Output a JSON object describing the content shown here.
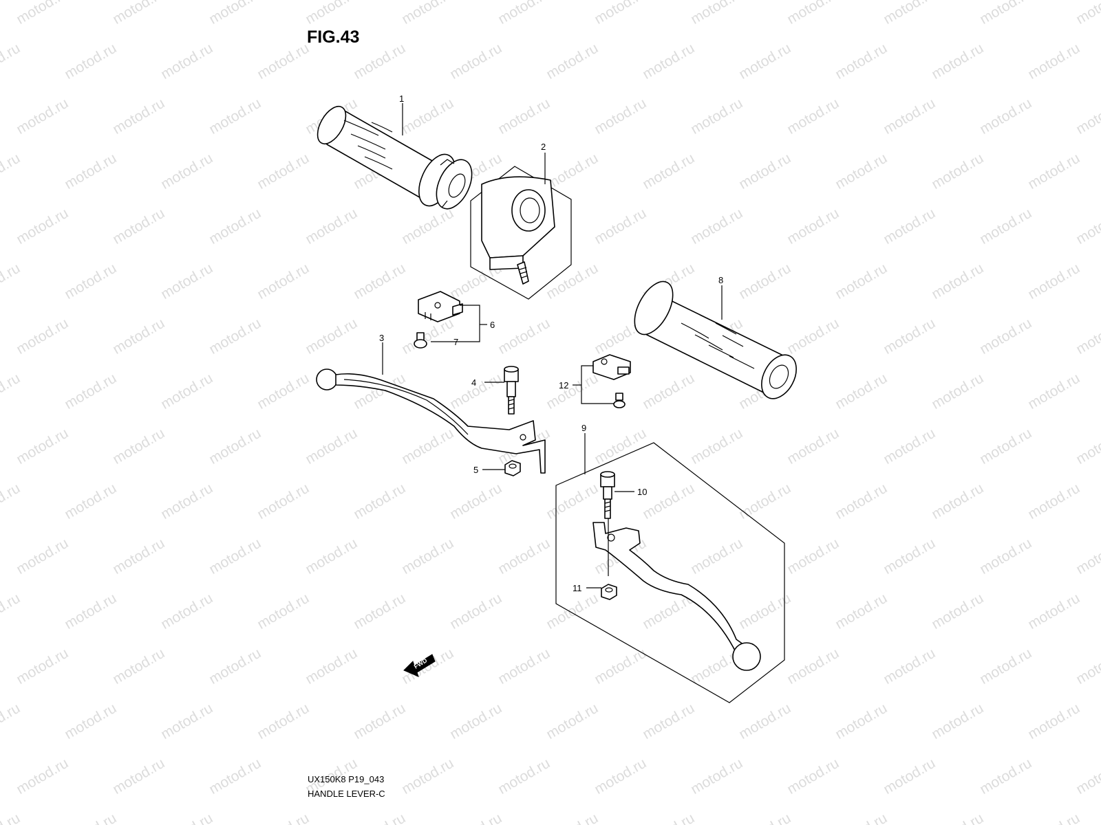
{
  "figure": {
    "title": "FIG.43",
    "code": "UX150K8 P19_043",
    "name": "HANDLE LEVER-C"
  },
  "watermark": "motod.ru",
  "direction_marker": "FWD",
  "callouts": [
    "1",
    "2",
    "3",
    "4",
    "5",
    "6",
    "7",
    "8",
    "9",
    "10",
    "11",
    "12"
  ]
}
